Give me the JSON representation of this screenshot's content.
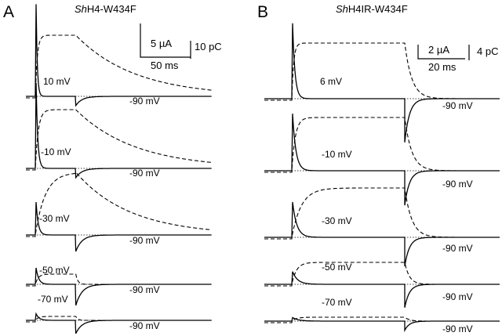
{
  "chart_data": [
    {
      "type": "line",
      "panel": "A",
      "title_italic": "Sh",
      "title_rest": "H4-W434F",
      "scale_bar": {
        "current": "5 µA",
        "time": "50 ms",
        "charge": "10 pC"
      },
      "units": {
        "current": "µA",
        "charge": "pC",
        "time": "ms"
      },
      "pulse_ms": [
        0,
        41
      ],
      "trace_duration_ms": 188,
      "holding_label": "-90 mV",
      "series": [
        {
          "name": "10 mV",
          "peak_on_uA": 14,
          "off_tail_uA": 1.4,
          "charge_pC": 39,
          "charge_rise_ms": 2,
          "charge_decay_ms": 60
        },
        {
          "name": "-10 mV",
          "peak_on_uA": 13,
          "off_tail_uA": 1.4,
          "charge_pC": 37.5,
          "charge_rise_ms": 3,
          "charge_decay_ms": 60
        },
        {
          "name": "-30 mV",
          "peak_on_uA": 5,
          "off_tail_uA": 2.5,
          "charge_pC": 40,
          "charge_rise_ms": 10,
          "charge_decay_ms": 55
        },
        {
          "name": "-50 mV",
          "peak_on_uA": 2.5,
          "off_tail_uA": 3.2,
          "charge_pC": 6.5,
          "charge_rise_ms": 3,
          "charge_decay_ms": 2
        },
        {
          "name": "-70 mV",
          "peak_on_uA": 1,
          "off_tail_uA": 2,
          "charge_pC": 2.5,
          "charge_rise_ms": 3,
          "charge_decay_ms": 2
        }
      ]
    },
    {
      "type": "line",
      "panel": "B",
      "title_italic": "Sh",
      "title_rest": "H4IR-W434F",
      "scale_bar": {
        "current": "2 µA",
        "time": "20 ms",
        "charge": "4 pC"
      },
      "units": {
        "current": "µA",
        "charge": "pC",
        "time": "ms"
      },
      "pulse_ms": [
        0,
        48
      ],
      "trace_duration_ms": 100,
      "holding_label": "-90 mV",
      "series": [
        {
          "name": "6 mV",
          "peak_on_uA": 10.7,
          "off_tail_uA": 6.2,
          "charge_pC": 14.2,
          "charge_rise_ms": 0.8,
          "charge_decay_ms": 3
        },
        {
          "name": "-10 mV",
          "peak_on_uA": 8.1,
          "off_tail_uA": 4.9,
          "charge_pC": 13.6,
          "charge_rise_ms": 1.5,
          "charge_decay_ms": 3
        },
        {
          "name": "-30 mV",
          "peak_on_uA": 5,
          "off_tail_uA": 4.1,
          "charge_pC": 12.6,
          "charge_rise_ms": 4,
          "charge_decay_ms": 3
        },
        {
          "name": "-50 mV",
          "peak_on_uA": 1.8,
          "off_tail_uA": 3.3,
          "charge_pC": 5.6,
          "charge_rise_ms": 2,
          "charge_decay_ms": 2
        },
        {
          "name": "-70 mV",
          "peak_on_uA": 0.5,
          "off_tail_uA": 1.3,
          "charge_pC": 1,
          "charge_rise_ms": 2,
          "charge_decay_ms": 2
        }
      ]
    }
  ]
}
